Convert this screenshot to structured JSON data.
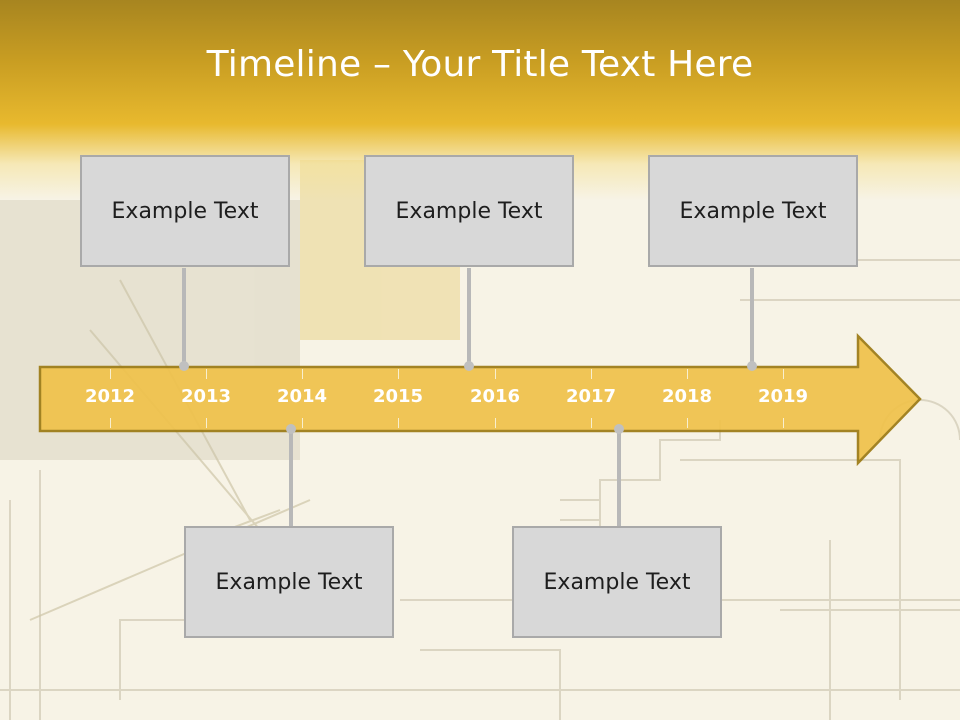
{
  "title": "Timeline – Your Title Text Here",
  "colors": {
    "header": "#d9a92a",
    "arrow_fill": "#f0c24a",
    "arrow_stroke": "#9c7a14",
    "box_fill": "#d8d8d8",
    "box_border": "#a9a9a9"
  },
  "timeline": {
    "years": [
      "2012",
      "2013",
      "2014",
      "2015",
      "2016",
      "2017",
      "2018",
      "2019"
    ]
  },
  "events_top": [
    {
      "text": "Example Text"
    },
    {
      "text": "Example Text"
    },
    {
      "text": "Example Text"
    }
  ],
  "events_bottom": [
    {
      "text": "Example Text"
    },
    {
      "text": "Example Text"
    }
  ]
}
